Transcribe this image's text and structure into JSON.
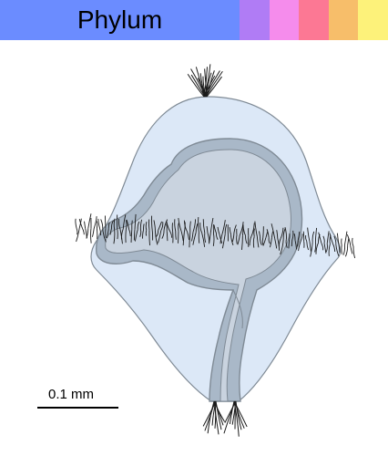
{
  "header": {
    "title": "Phylum",
    "title_color": "#6b8cff",
    "swatches": [
      {
        "name": "swatch-purple",
        "color": "#b07cf5"
      },
      {
        "name": "swatch-pink",
        "color": "#f58cec"
      },
      {
        "name": "swatch-red",
        "color": "#fc7894"
      },
      {
        "name": "swatch-orange",
        "color": "#f7be6a"
      },
      {
        "name": "swatch-yellow",
        "color": "#fdf27a"
      }
    ]
  },
  "organism": {
    "body_color": "#dce8f7",
    "gut_color": "#c9d3df",
    "gut_outline_color": "#a9b8c8",
    "outline_color": "#7f8a95",
    "cilia_color": "#1a1a1a"
  },
  "scale": {
    "label": "0.1 mm"
  }
}
